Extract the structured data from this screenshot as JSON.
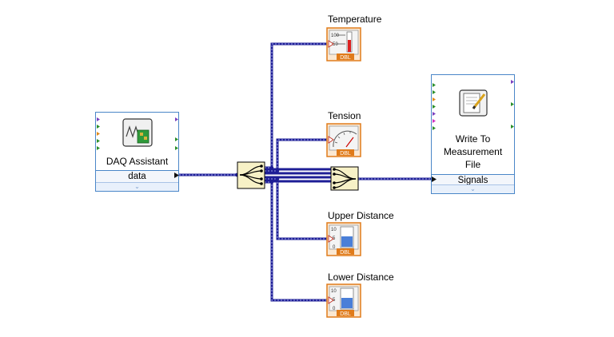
{
  "diagram": {
    "daq": {
      "title": "DAQ Assistant",
      "terminal": "data"
    },
    "indicators": [
      {
        "label": "Temperature"
      },
      {
        "label": "Tension"
      },
      {
        "label": "Upper Distance"
      },
      {
        "label": "Lower Distance"
      }
    ],
    "writer": {
      "title_lines": [
        "Write To",
        "Measurement",
        "File"
      ],
      "terminal": "Signals"
    },
    "indicator_type": "DBL",
    "wire_color": "#1a1a8c",
    "node_fill": "#f7f1c6",
    "indicator_border": "#e07b1a",
    "icons": [
      "thermometer-icon",
      "gauge-icon",
      "tank-icon",
      "tank-icon",
      "daq-icon",
      "write-file-icon"
    ]
  }
}
